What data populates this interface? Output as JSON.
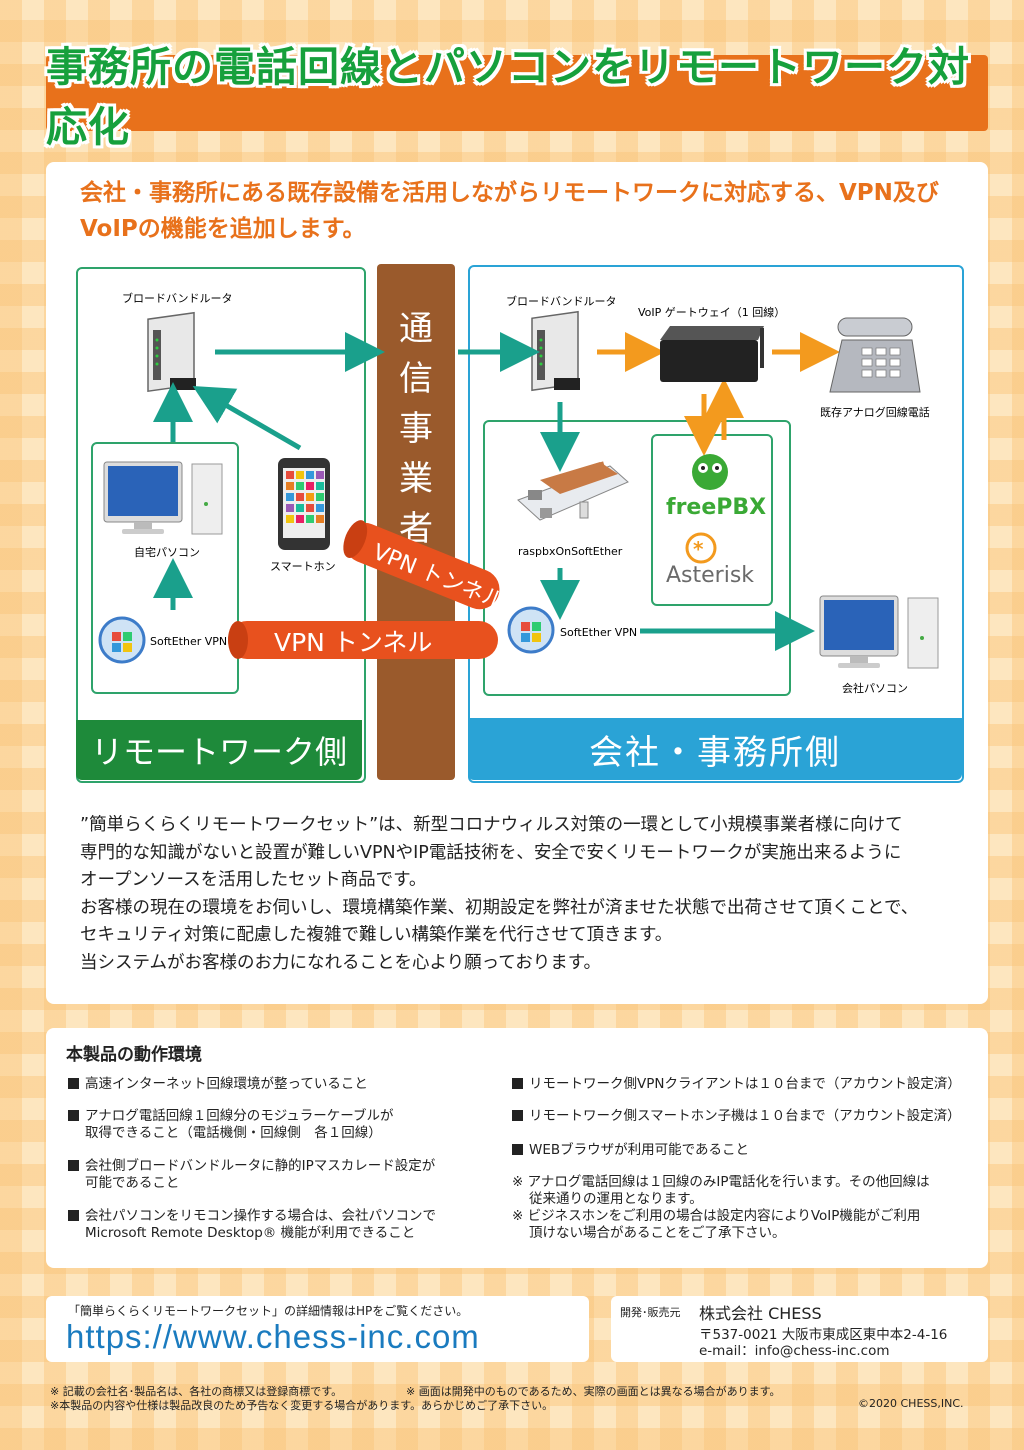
{
  "title": "事務所の電話回線とパソコンをリモートワーク対応化",
  "intro": "会社・事務所にある既存設備を活用しながらリモートワークに対応する、VPN及びVoIPの機能を追加します。",
  "diagram": {
    "carrier": [
      "通",
      "信",
      "事",
      "業",
      "者"
    ],
    "left_router_label": "ブロードバンドルータ",
    "home_pc_label": "自宅パソコン",
    "smartphone_label": "スマートホン",
    "softether_left_label": "SoftEther VPN",
    "right_router_label": "ブロードバンドルータ",
    "voip_gateway_label": "VoIP ゲートウェイ（1 回線）",
    "analog_phone_label": "既存アナログ回線電話",
    "raspbx_label": "raspbxOnSoftEther",
    "softether_right_label": "SoftEther VPN",
    "freepbx_label": "freePBX",
    "asterisk_label": "Asterisk",
    "office_pc_label": "会社パソコン",
    "vpn_tunnel_1": "VPN トンネル",
    "vpn_tunnel_2": "VPN トンネル",
    "left_footer": "リモートワーク側",
    "right_footer": "会社・事務所側"
  },
  "description": [
    "”簡単らくらくリモートワークセット”は、新型コロナウィルス対策の一環として小規模事業者様に向けて",
    "専門的な知識がないと設置が難しいVPNやIP電話技術を、安全で安くリモートワークが実施出来るように",
    "オープンソースを活用したセット商品です。",
    "お客様の現在の環境をお伺いし、環境構築作業、初期設定を弊社が済ませた状態で出荷させて頂くことで、",
    "セキュリティ対策に配慮した複雑で難しい構築作業を代行させて頂きます。",
    "当システムがお客様のお力になれることを心より願っております。"
  ],
  "environment": {
    "title": "本製品の動作環境",
    "left_items": [
      [
        "高速インターネット回線環境が整っていること"
      ],
      [
        "アナログ電話回線１回線分のモジュラーケーブルが",
        "取得できること（電話機側・回線側　各１回線）"
      ],
      [
        "会社側ブロードバンドルータに静的IPマスカレード設定が",
        "可能であること"
      ],
      [
        "会社パソコンをリモコン操作する場合は、会社パソコンで",
        "Microsoft Remote Desktop® 機能が利用できること"
      ]
    ],
    "right_items": [
      "リモートワーク側VPNクライアントは１０台まで（アカウント設定済）",
      "リモートワーク側スマートホン子機は１０台まで（アカウント設定済）",
      "WEBブラウザが利用可能であること"
    ],
    "notes": [
      [
        "※",
        "アナログ電話回線は１回線のみIP電話化を行います。その他回線は",
        "従来通りの運用となります。"
      ],
      [
        "※",
        "ビジネスホンをご利用の場合は設定内容によりVoIP機能がご利用",
        "頂けない場合があることをご了承下さい。"
      ]
    ]
  },
  "footer": {
    "url_note": "「簡単らくらくリモートワークセット」の詳細情報はHPをご覧ください。",
    "url": "https://www.chess-inc.com",
    "dev_label": "開発･販売元",
    "company": "株式会社 CHESS",
    "address": "〒537-0021 大阪市東成区東中本2-4-16",
    "email": "e-mail：info@chess-inc.com",
    "disclaimer1": "※ 記載の会社名･製品名は、各社の商標又は登録商標です。",
    "disclaimer2": "※ 画面は開発中のものであるため、実際の画面とは異なる場合があります。",
    "disclaimer3": "※本製品の内容や仕様は製品改良のため予告なく変更する場合があります。あらかじめご了承下さい。",
    "copyright": "©2020 CHESS,INC."
  }
}
